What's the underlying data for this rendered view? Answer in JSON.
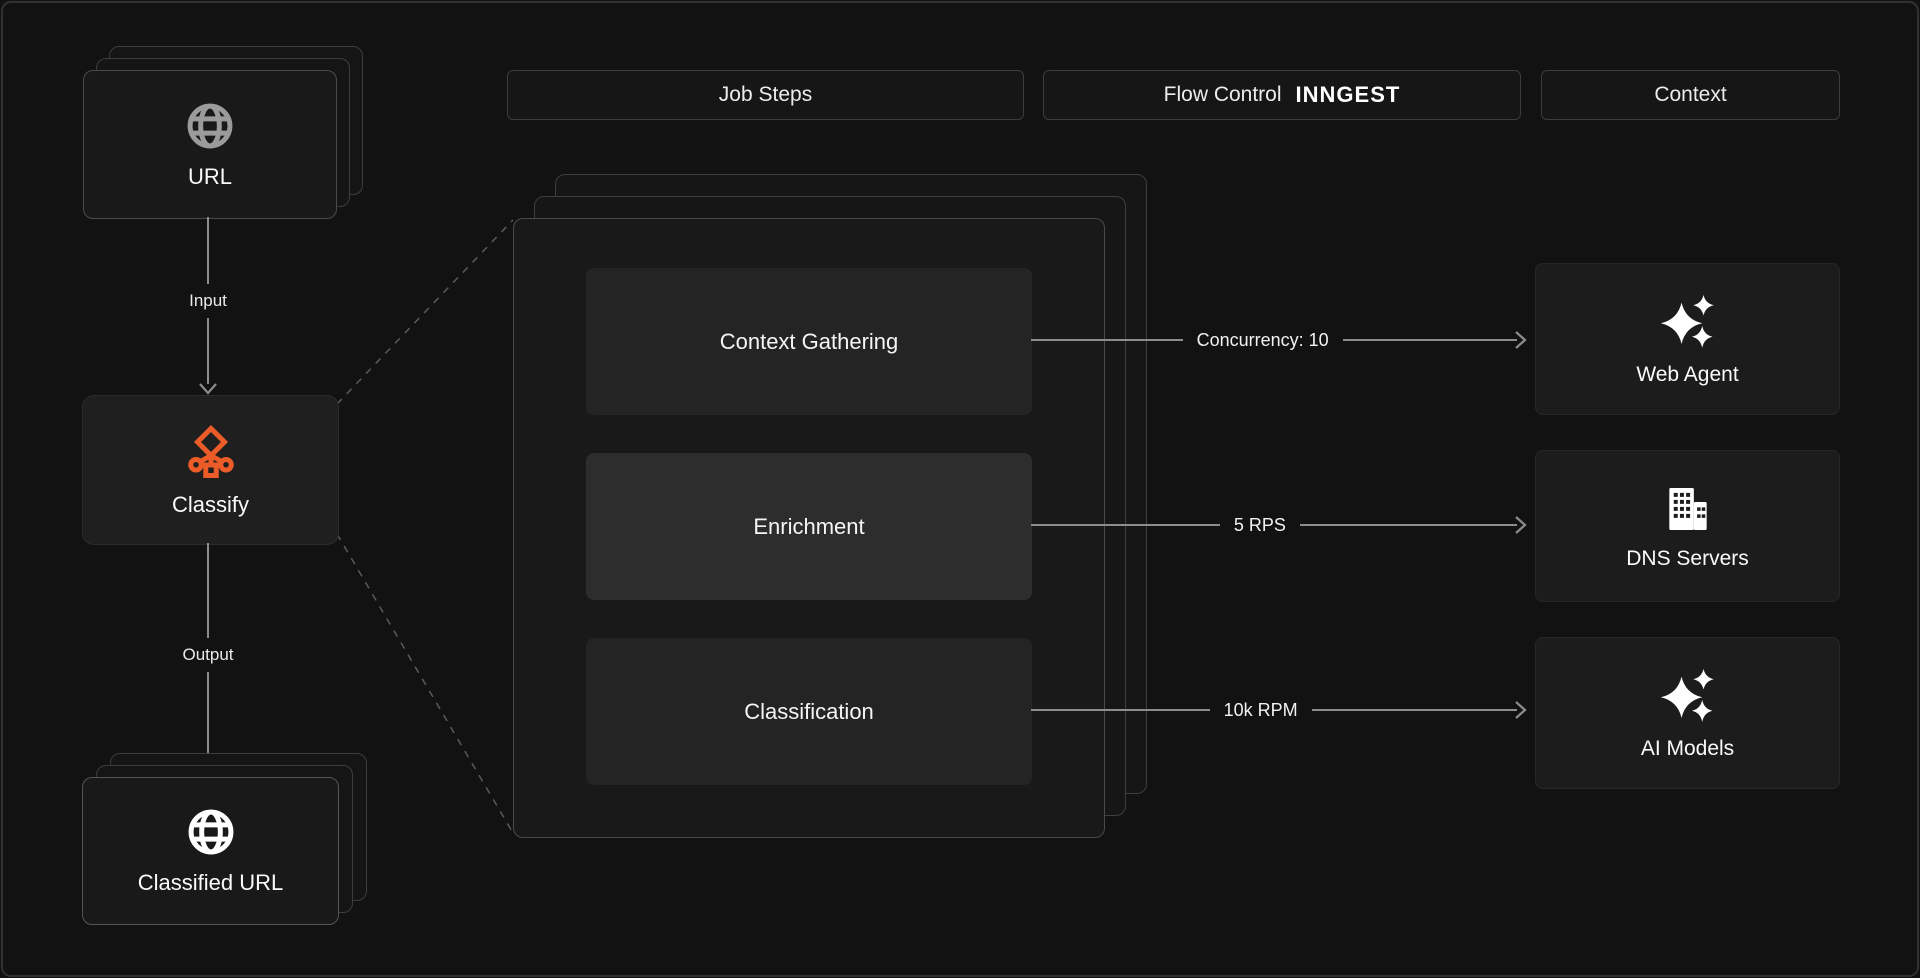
{
  "headers": [
    {
      "label": "Job Steps"
    },
    {
      "label": "Flow Control",
      "brand": "INNGEST"
    },
    {
      "label": "Context"
    }
  ],
  "pipeline": {
    "input_card": {
      "label": "URL",
      "icon": "globe-icon"
    },
    "input_arrow_label": "Input",
    "classify_card": {
      "label": "Classify",
      "icon": "classify-icon"
    },
    "output_arrow_label": "Output",
    "output_card": {
      "label": "Classified URL",
      "icon": "globe-icon"
    }
  },
  "job_steps": [
    {
      "label": "Context Gathering"
    },
    {
      "label": "Enrichment",
      "highlighted": true
    },
    {
      "label": "Classification"
    }
  ],
  "flow_controls": [
    "Concurrency: 10",
    "5 RPS",
    "10k RPM"
  ],
  "context_services": [
    {
      "label": "Web Agent",
      "icon": "sparkles-icon"
    },
    {
      "label": "DNS Servers",
      "icon": "building-icon"
    },
    {
      "label": "AI Models",
      "icon": "sparkles-icon"
    }
  ],
  "colors": {
    "accent_orange": "#EB5C28",
    "line_gray": "#8D8D8D",
    "background": "#121212"
  }
}
